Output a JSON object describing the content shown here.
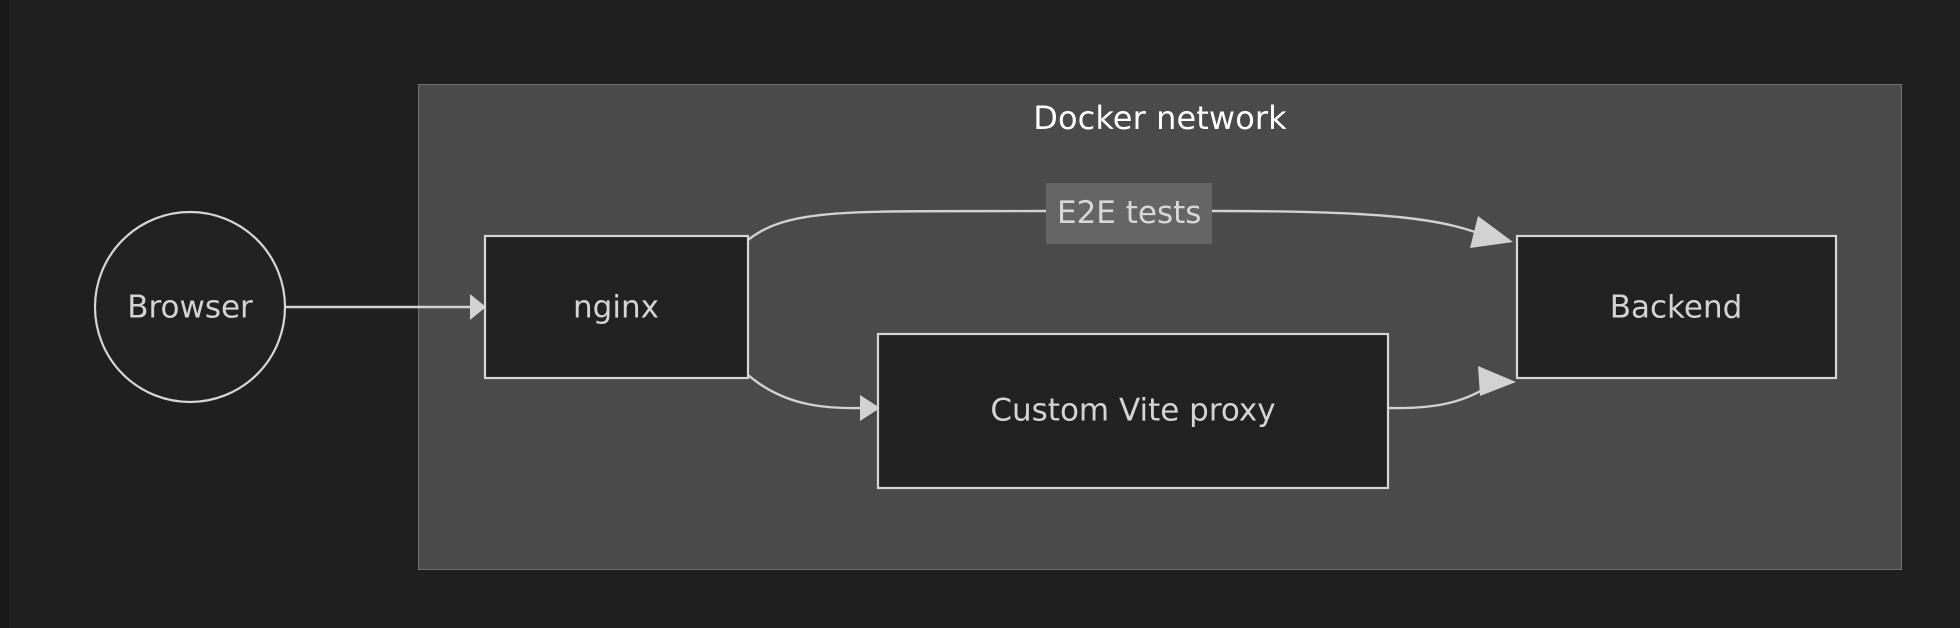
{
  "diagram": {
    "title": "Docker network",
    "background_color": "#1f1f1f",
    "group_fill_color": "#4a4a4a",
    "node_fill_color": "#212121",
    "stroke_color": "#d6d6d6",
    "label_color": "#d4d4d4",
    "title_color": "#ffffff",
    "edge_label_plate_color": "#656565"
  },
  "nodes": {
    "browser": {
      "label": "Browser",
      "shape": "circle",
      "inside_group": false
    },
    "nginx": {
      "label": "nginx",
      "shape": "rect",
      "inside_group": true
    },
    "vite_proxy": {
      "label": "Custom Vite proxy",
      "shape": "rect",
      "inside_group": true
    },
    "backend": {
      "label": "Backend",
      "shape": "rect",
      "inside_group": true
    }
  },
  "edges": [
    {
      "id": "browser-to-nginx",
      "from": "browser",
      "to": "nginx",
      "label": "",
      "arrow": "to"
    },
    {
      "id": "nginx-to-backend",
      "from": "nginx",
      "to": "backend",
      "label": "E2E tests",
      "arrow": "to"
    },
    {
      "id": "nginx-to-vite-proxy",
      "from": "nginx",
      "to": "vite_proxy",
      "label": "",
      "arrow": "to"
    },
    {
      "id": "vite-proxy-to-backend",
      "from": "vite_proxy",
      "to": "backend",
      "label": "",
      "arrow": "to"
    }
  ],
  "edge_labels": {
    "e2e_tests": "E2E tests"
  }
}
